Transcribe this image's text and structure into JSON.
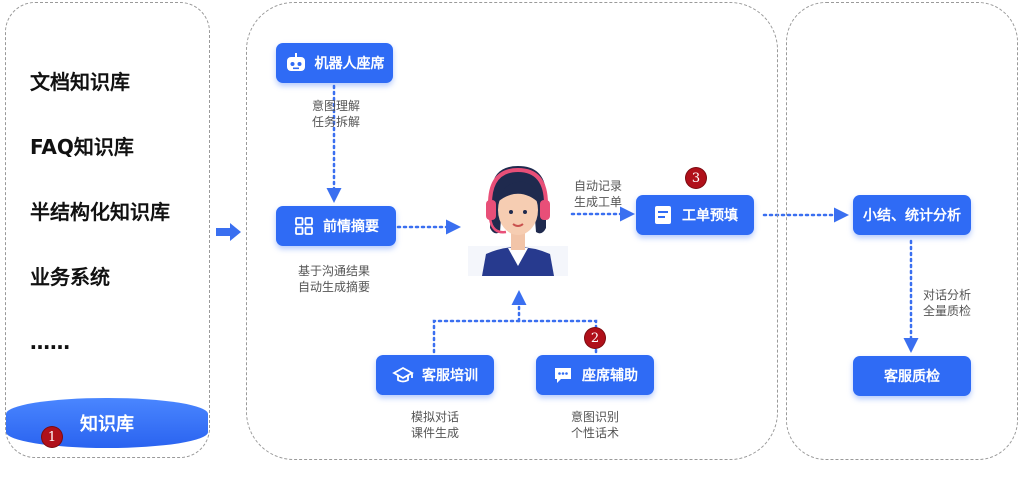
{
  "knowledge": {
    "items": [
      "文档知识库",
      "FAQ知识库",
      "半结构化知识库",
      "业务系统",
      "……"
    ],
    "base_label": "知识库",
    "base_badge": "1"
  },
  "flow": {
    "robot_label": "机器人座席",
    "robot_caption": [
      "意图理解",
      "任务拆解"
    ],
    "summary_label": "前情摘要",
    "summary_caption": [
      "基于沟通结果",
      "自动生成摘要"
    ],
    "ticket_caption": [
      "自动记录",
      "生成工单"
    ],
    "ticket_label": "工单预填",
    "ticket_badge": "3",
    "training_label": "客服培训",
    "training_caption": [
      "模拟对话",
      "课件生成"
    ],
    "assist_label": "座席辅助",
    "assist_caption": [
      "意图识别",
      "个性话术"
    ],
    "assist_badge": "2"
  },
  "analysis": {
    "summary_label": "小结、统计分析",
    "caption": [
      "对话分析",
      "全量质检"
    ],
    "qc_label": "客服质检"
  },
  "colors": {
    "primary": "#2f6bf5",
    "badge": "#b0101a",
    "line": "#3a6ff0"
  },
  "icons": [
    "robot-icon",
    "grid-icon",
    "form-icon",
    "graduation-cap-icon",
    "chat-icon",
    "agent-headset-illustration"
  ]
}
